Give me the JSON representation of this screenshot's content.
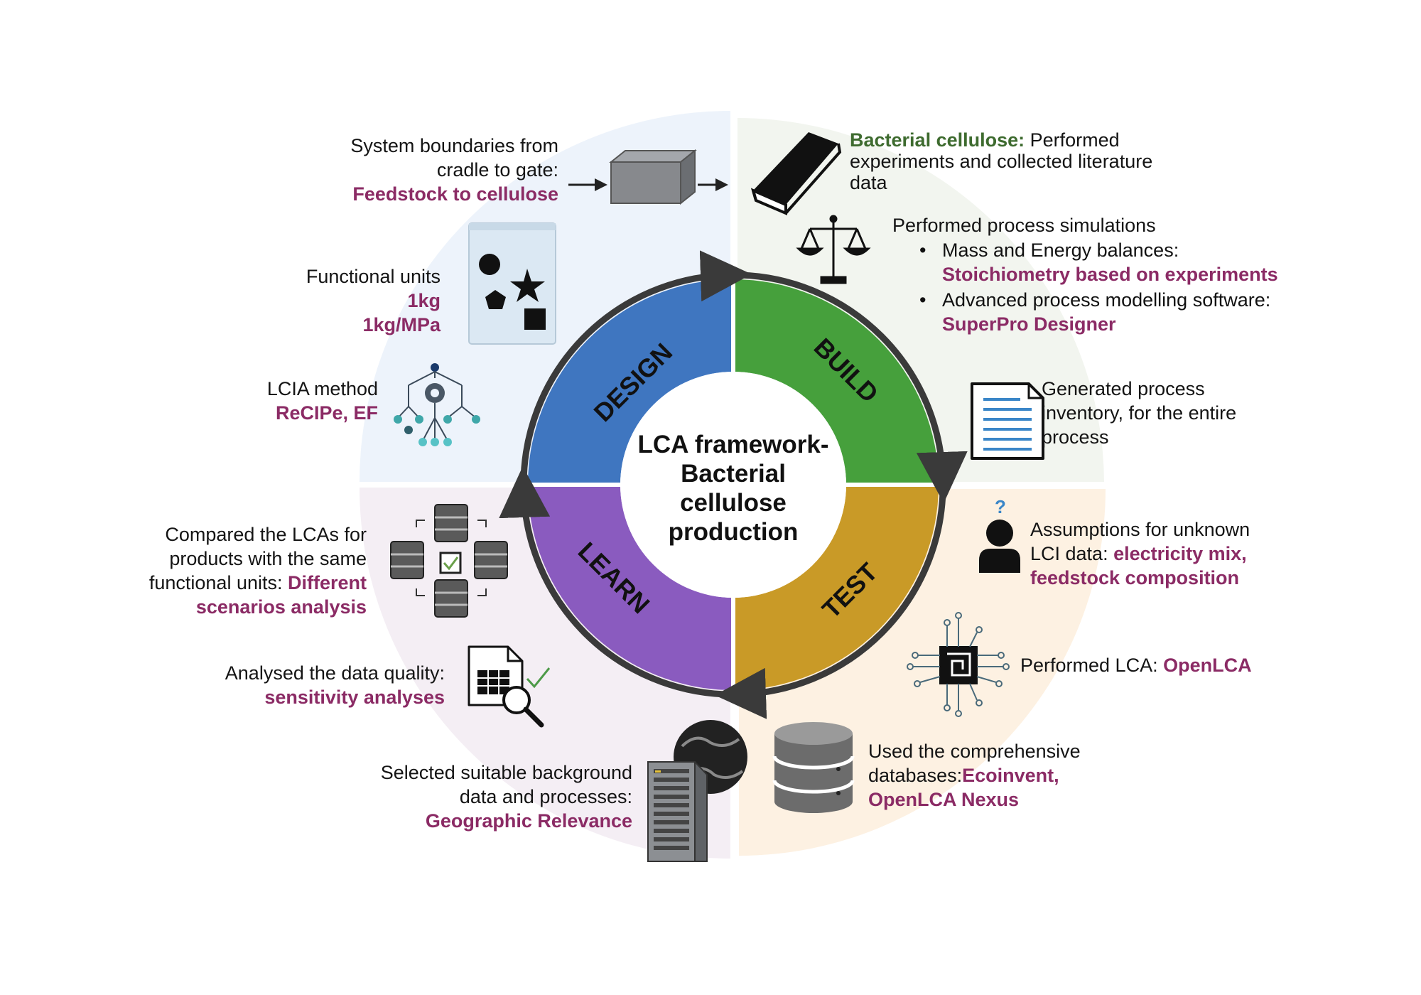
{
  "center": {
    "line1": "LCA framework-",
    "line2": "Bacterial",
    "line3": "cellulose",
    "line4": "production"
  },
  "phases": {
    "design": "DESIGN",
    "build": "BUILD",
    "test": "TEST",
    "learn": "LEARN"
  },
  "colors": {
    "design": "#3f76c0",
    "build": "#46a03c",
    "test": "#c99a27",
    "learn": "#8a5bbf",
    "highlight": "#8b2b65",
    "highlight_green": "#3e6b2f",
    "quad_design": "#edf3fb",
    "quad_build": "#f2f5ef",
    "quad_test": "#fdf1e2",
    "quad_learn": "#f4eef4"
  },
  "design": {
    "boundaries": {
      "line1": "System boundaries from",
      "line2": "cradle to gate:",
      "highlight": "Feedstock to cellulose"
    },
    "functional_units": {
      "label": "Functional units",
      "v1": "1kg",
      "v2": "1kg/MPa"
    },
    "lcia": {
      "label": "LCIA method",
      "highlight": "ReCIPe, EF"
    }
  },
  "build": {
    "bacterial": {
      "highlight": "Bacterial cellulose:",
      "rest1": " Performed",
      "line2": "experiments and collected literature",
      "line3": "data"
    },
    "simulations": {
      "title": "Performed process simulations",
      "b1_text": "Mass and Energy balances:",
      "b1_hl": "Stoichiometry based on experiments",
      "b2_text": "Advanced process modelling software:",
      "b2_hl": "SuperPro Designer"
    },
    "inventory": {
      "line1": "Generated process",
      "line2": "inventory,  for the entire",
      "line3": "process"
    }
  },
  "test": {
    "assumptions": {
      "line1": "Assumptions for unknown",
      "line2a": "LCI data: ",
      "line2_hl": "electricity mix,",
      "line3_hl": "feedstock composition"
    },
    "openlca": {
      "text": "Performed LCA: ",
      "hl": "OpenLCA"
    },
    "databases": {
      "line1": "Used the comprehensive",
      "line2a": "databases:",
      "line2_hl": "Ecoinvent,",
      "line3_hl": "OpenLCA Nexus"
    }
  },
  "learn": {
    "compared": {
      "line1": "Compared the LCAs for",
      "line2": "products with the same",
      "line3a": "functional units: ",
      "line3_hl": "Different",
      "line4_hl": "scenarios analysis"
    },
    "quality": {
      "line1": "Analysed the data quality:",
      "hl": "sensitivity analyses"
    },
    "background": {
      "line1": "Selected suitable background",
      "line2": "data and processes:",
      "hl": "Geographic Relevance"
    }
  },
  "icons": {
    "box": "3d-box-icon",
    "book": "book-icon",
    "scale": "balance-scale-icon",
    "document": "document-icon",
    "shapes_bag": "shapes-bag-icon",
    "tree": "gear-tree-icon",
    "databases": "database-compare-icon",
    "spreadsheet": "spreadsheet-search-icon",
    "server": "server-globe-icon",
    "person": "person-question-icon",
    "chip": "circuit-chip-icon",
    "database": "database-icon"
  }
}
